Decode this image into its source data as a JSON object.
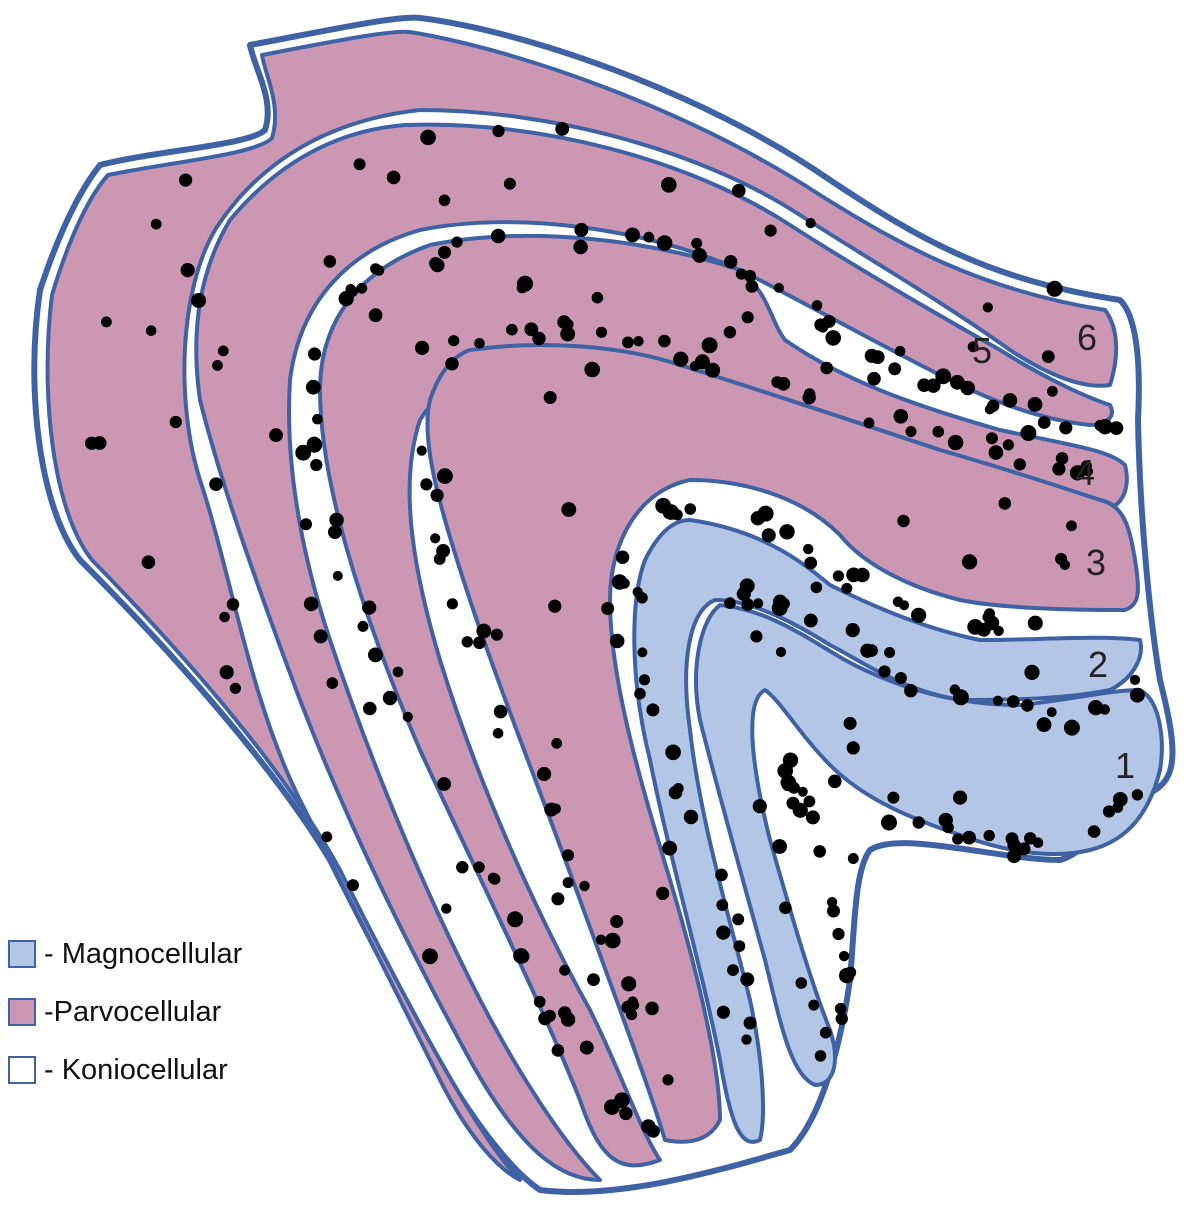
{
  "colors": {
    "magnocellular": "#b3c6e6",
    "parvocellular": "#cc97b3",
    "koniocellular": "#ffffff",
    "outline": "#3f62a4",
    "cell": "#000000"
  },
  "layer_labels": [
    "1",
    "2",
    "3",
    "4",
    "5",
    "6"
  ],
  "legend": [
    {
      "label": "- Magnocellular",
      "color": "#b3c6e6"
    },
    {
      "label": "-Parvocellular",
      "color": "#cc97b3"
    },
    {
      "label": "- Koniocellular",
      "color": "#ffffff"
    }
  ]
}
